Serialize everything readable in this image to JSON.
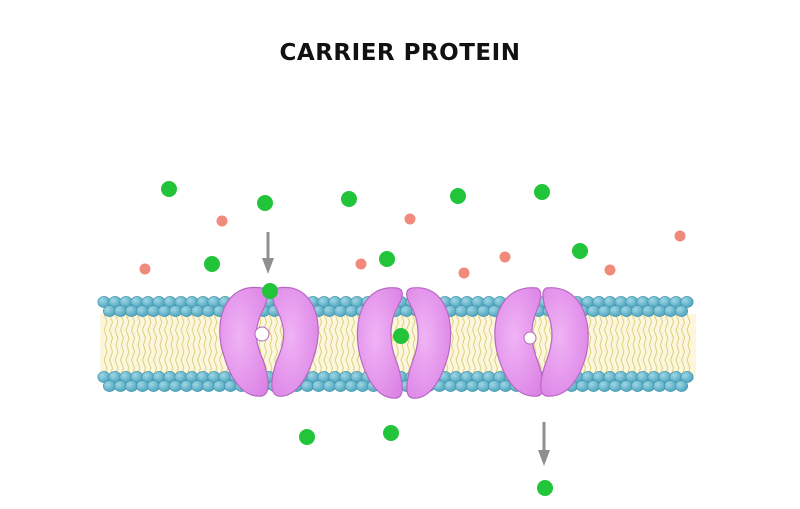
{
  "title": "CARRIER PROTEIN",
  "colors": {
    "background": "#ffffff",
    "head": "#5fb3cb",
    "head_outline": "#3f93ab",
    "tail": "#e4d37e",
    "protein": "#e592ee",
    "protein_outline": "#b768c2",
    "molecule_green": "#22c43a",
    "molecule_pink": "#f08a7a",
    "arrow": "#8f8f8f"
  },
  "icons": {
    "membrane": "phospholipid-bilayer",
    "protein": "carrier-protein",
    "molecule": "circle",
    "arrow": "down-arrow"
  },
  "protein_states": [
    "open-outward",
    "occluded",
    "open-inward"
  ]
}
